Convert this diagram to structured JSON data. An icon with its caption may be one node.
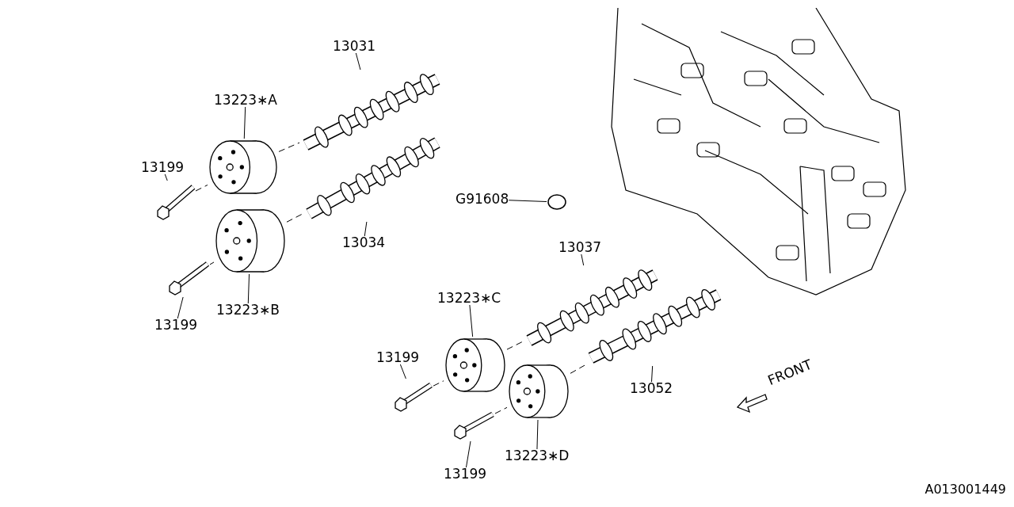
{
  "diagram": {
    "nodes": [
      {
        "text": [
          "13031"
        ]
      },
      {
        "text": [],
        "shape": "picture"
      },
      {
        "text": [
          "13223∗A"
        ]
      },
      {
        "text": [],
        "shape": "picture"
      },
      {
        "text": [
          "13199"
        ]
      },
      {
        "text": [],
        "shape": "picture"
      },
      {
        "text": [
          "13034"
        ]
      },
      {
        "text": [],
        "shape": "picture"
      },
      {
        "text": [
          "13223∗B"
        ]
      },
      {
        "text": [],
        "shape": "picture"
      },
      {
        "text": [
          "13199"
        ]
      },
      {
        "text": [],
        "shape": "picture"
      },
      {
        "text": [
          "G91608"
        ]
      },
      {
        "text": [],
        "shape": "circle"
      },
      {
        "text": [
          "13037"
        ]
      },
      {
        "text": [],
        "shape": "picture"
      },
      {
        "text": [
          "13223∗C"
        ]
      },
      {
        "text": [],
        "shape": "picture"
      },
      {
        "text": [
          "13199"
        ]
      },
      {
        "text": [],
        "shape": "picture"
      },
      {
        "text": [
          "13052"
        ]
      },
      {
        "text": [],
        "shape": "picture"
      },
      {
        "text": [
          "13223∗D"
        ]
      },
      {
        "text": [],
        "shape": "picture"
      },
      {
        "text": [
          "13199"
        ]
      },
      {
        "text": [],
        "shape": "picture"
      },
      {
        "text": [],
        "shape": "picture"
      }
    ],
    "edges": [
      {
        "from": 0,
        "to": 1,
        "arrow": "none"
      },
      {
        "from": 2,
        "to": 3,
        "arrow": "none"
      },
      {
        "from": 4,
        "to": 5,
        "arrow": "none"
      },
      {
        "from": 6,
        "to": 7,
        "arrow": "none"
      },
      {
        "from": 8,
        "to": 9,
        "arrow": "none"
      },
      {
        "from": 10,
        "to": 11,
        "arrow": "none"
      },
      {
        "from": 12,
        "to": 13,
        "arrow": "none"
      },
      {
        "from": 14,
        "to": 15,
        "arrow": "none"
      },
      {
        "from": 16,
        "to": 17,
        "arrow": "none"
      },
      {
        "from": 18,
        "to": 19,
        "arrow": "none"
      },
      {
        "from": 20,
        "to": 21,
        "arrow": "none"
      },
      {
        "from": 22,
        "to": 23,
        "arrow": "none"
      },
      {
        "from": 24,
        "to": 25,
        "arrow": "none"
      },
      {
        "from": 5,
        "to": 3,
        "arrow": "none",
        "style": "dashed"
      },
      {
        "from": 3,
        "to": 1,
        "arrow": "none",
        "style": "dashed"
      },
      {
        "from": 11,
        "to": 9,
        "arrow": "none",
        "style": "dashed"
      },
      {
        "from": 9,
        "to": 7,
        "arrow": "none",
        "style": "dashed"
      },
      {
        "from": 19,
        "to": 17,
        "arrow": "none",
        "style": "dashed"
      },
      {
        "from": 17,
        "to": 15,
        "arrow": "none",
        "style": "dashed"
      },
      {
        "from": 25,
        "to": 23,
        "arrow": "none",
        "style": "dashed"
      },
      {
        "from": 23,
        "to": 21,
        "arrow": "none",
        "style": "dashed"
      }
    ],
    "labels": [
      "FRONT",
      "A013001449"
    ]
  }
}
